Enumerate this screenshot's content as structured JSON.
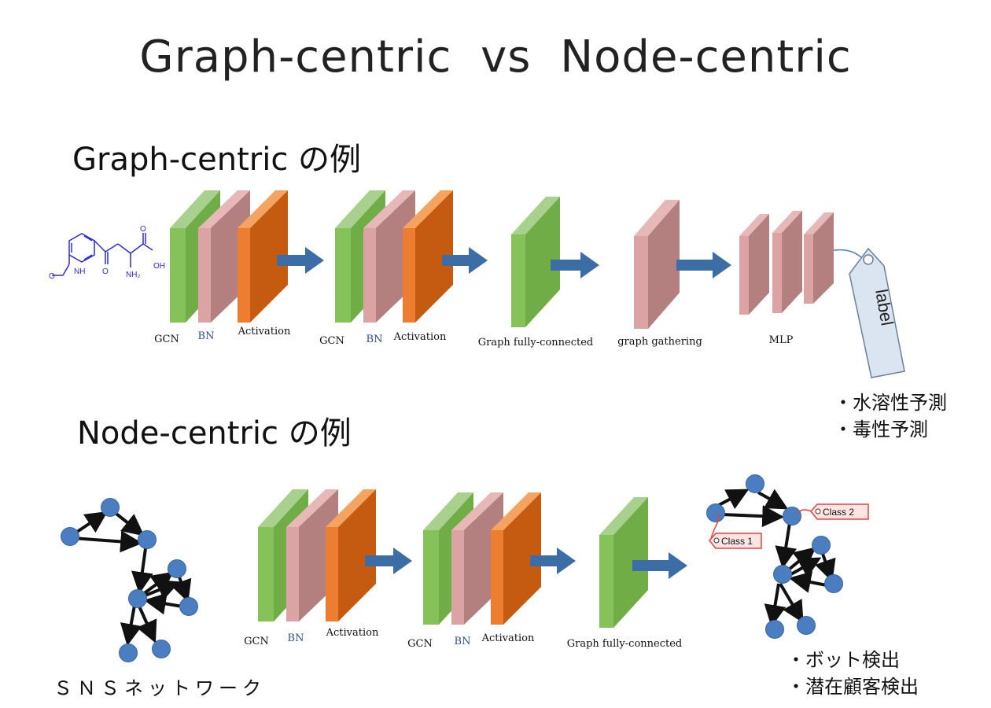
{
  "title": "Graph-centric   vs   Node-centric",
  "graph_section": {
    "heading": "Graph-centric の例",
    "labels": {
      "gcn1": "GCN",
      "bn1": "BN",
      "act1": "Activation",
      "gcn2": "GCN",
      "bn2": "BN",
      "act2": "Activation",
      "fc": "Graph fully-connected",
      "gather": "graph gathering",
      "mlp": "MLP"
    },
    "tag_label": "label",
    "molecule": {
      "nh": "NH",
      "nh2": "NH₂",
      "oh": "OH",
      "o": "O"
    },
    "bullets": [
      "・水溶性予測",
      "・毒性予測"
    ]
  },
  "node_section": {
    "heading": "Node-centric の例",
    "labels": {
      "gcn1": "GCN",
      "bn1": "BN",
      "act1": "Activation",
      "gcn2": "GCN",
      "bn2": "BN",
      "act2": "Activation",
      "fc": "Graph fully-connected"
    },
    "network_label": "ＳＮＳネットワーク",
    "class_tags": [
      "Class 1",
      "Class 2"
    ],
    "bullets": [
      "・ボット検出",
      "・潜在顧客検出"
    ]
  },
  "colors": {
    "gcn": "#70ad47",
    "bn": "#c98c8c",
    "activation": "#c55a11",
    "arrow": "#3c6ea5",
    "node": "#4a7ec0",
    "tag": "#dbe5f1",
    "molecule": "#2b2bd6",
    "class_tag": "#e84040"
  }
}
